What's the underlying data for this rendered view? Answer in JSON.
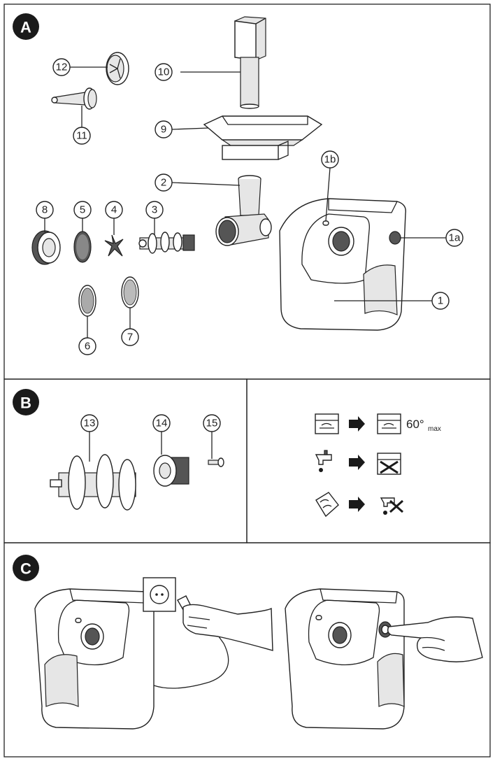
{
  "sections": {
    "a": {
      "label": "A"
    },
    "b": {
      "label": "B"
    },
    "c": {
      "label": "C"
    }
  },
  "callouts": {
    "c1": "1",
    "c1a": "1a",
    "c1b": "1b",
    "c2": "2",
    "c3": "3",
    "c4": "4",
    "c5": "5",
    "c6": "6",
    "c7": "7",
    "c8": "8",
    "c9": "9",
    "c10": "10",
    "c11": "11",
    "c12": "12",
    "c13": "13",
    "c14": "14",
    "c15": "15"
  },
  "cleaning": {
    "temperature": "60°",
    "temperature_sub": "max"
  },
  "icons": [
    "dishwasher-icon",
    "arrow-right-icon",
    "dishwasher-60-icon",
    "tap-icon",
    "dishwasher-crossed-icon",
    "cloth-wipe-icon",
    "tap-crossed-icon",
    "wall-socket-icon",
    "plug-icon",
    "hand-icon",
    "power-button-icon"
  ]
}
